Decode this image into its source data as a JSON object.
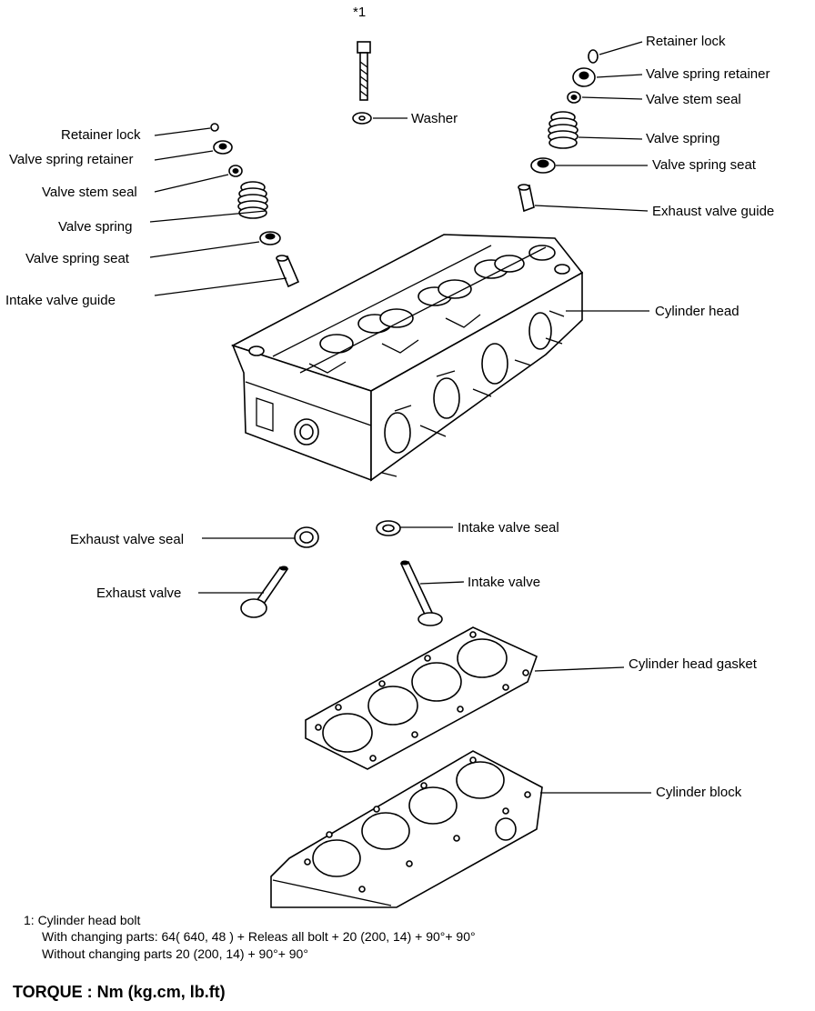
{
  "labels": {
    "bolt_ref": "*1",
    "washer": "Washer",
    "retainer_lock_r": "Retainer lock",
    "valve_spring_retainer_r": "Valve spring retainer",
    "valve_stem_seal_r": "Valve stem seal",
    "valve_spring_r": "Valve spring",
    "valve_spring_seat_r": "Valve spring seat",
    "exhaust_valve_guide": "Exhaust valve guide",
    "retainer_lock_l": "Retainer lock",
    "valve_spring_retainer_l": "Valve spring retainer",
    "valve_stem_seal_l": "Valve stem seal",
    "valve_spring_l": "Valve spring",
    "valve_spring_seat_l": "Valve spring seat",
    "intake_valve_guide": "Intake valve guide",
    "cylinder_head": "Cylinder head",
    "exhaust_valve_seal": "Exhaust valve seal",
    "intake_valve_seal": "Intake valve seal",
    "exhaust_valve": "Exhaust valve",
    "intake_valve": "Intake valve",
    "cylinder_head_gasket": "Cylinder head gasket",
    "cylinder_block": "Cylinder block"
  },
  "notes": {
    "line1": "1: Cylinder head bolt",
    "line2": "With changing parts: 64( 640, 48 ) + Releas all bolt + 20 (200, 14) + 90°+ 90°",
    "line3": "Without changing parts 20 (200, 14) + 90°+ 90°"
  },
  "torque": "TORQUE : Nm (kg.cm, lb.ft)"
}
